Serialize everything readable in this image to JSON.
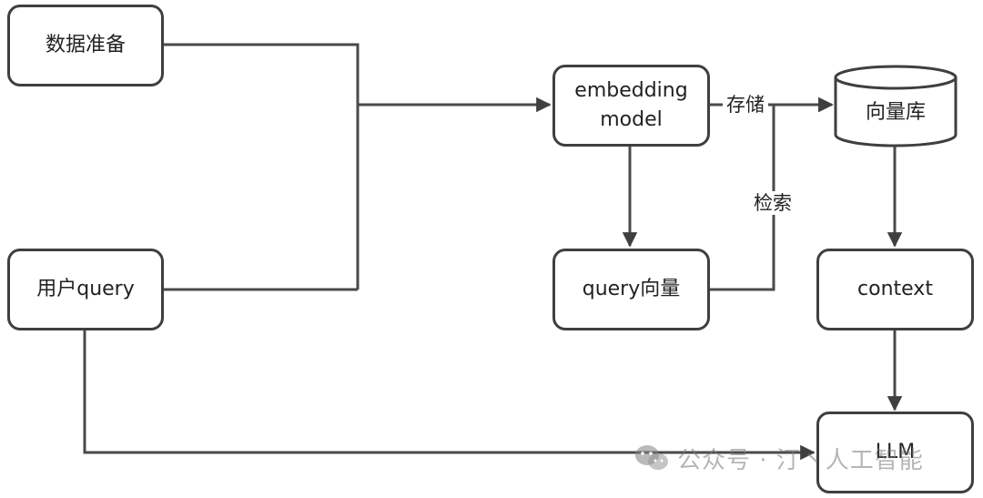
{
  "nodes": {
    "data_prep": "数据准备",
    "user_query": "用户query",
    "embedding_model": "embedding\nmodel",
    "vector_db": "向量库",
    "query_vector": "query向量",
    "context": "context",
    "llm": "LLM"
  },
  "edges": {
    "store": "存储",
    "retrieve": "检索"
  },
  "watermark": {
    "text": "公众号 · 汀丶人工智能",
    "icon": "wechat-icon"
  }
}
